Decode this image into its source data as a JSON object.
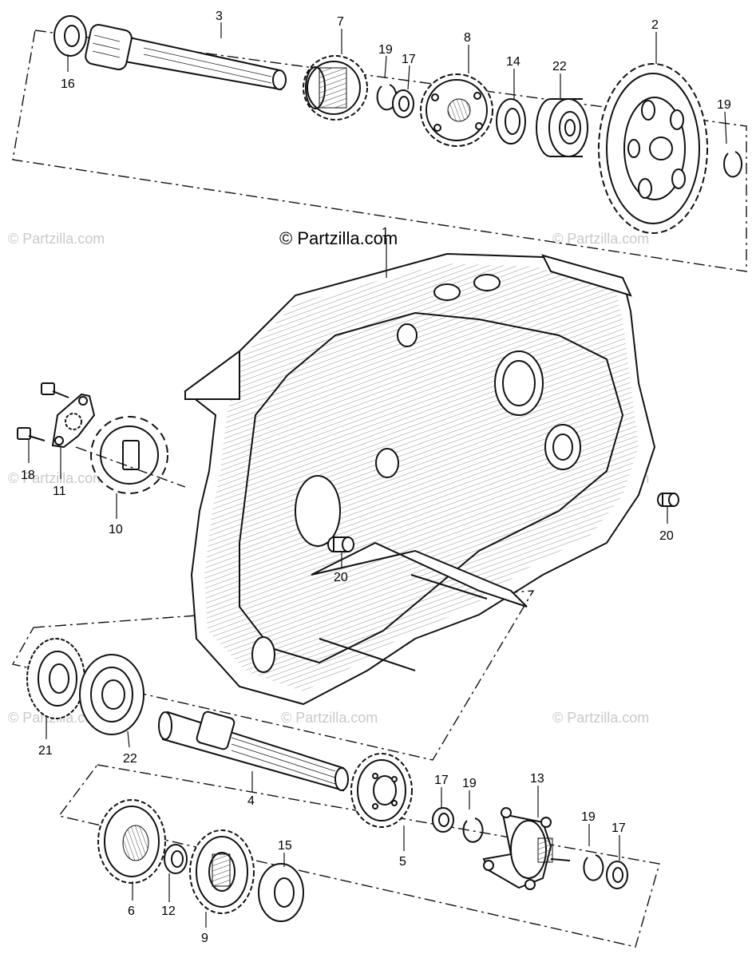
{
  "diagram": {
    "copyright": "© Partzilla.com",
    "watermark": "© Partzilla.com",
    "part_labels": {
      "p1": "1",
      "p2": "2",
      "p3": "3",
      "p4": "4",
      "p5": "5",
      "p6": "6",
      "p7": "7",
      "p8": "8",
      "p9": "9",
      "p10": "10",
      "p11": "11",
      "p12": "12",
      "p13": "13",
      "p14": "14",
      "p15": "15",
      "p16": "16",
      "p17a": "17",
      "p17b": "17",
      "p17c": "17",
      "p18": "18",
      "p19a": "19",
      "p19b": "19",
      "p19c": "19",
      "p19d": "19",
      "p20a": "20",
      "p20b": "20",
      "p21": "21",
      "p22a": "22",
      "p22b": "22"
    }
  }
}
